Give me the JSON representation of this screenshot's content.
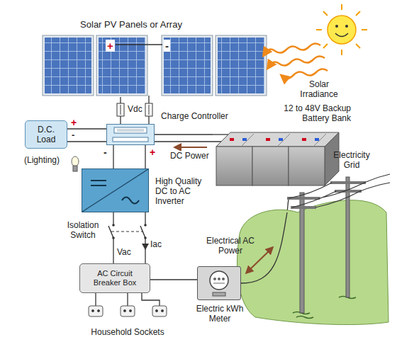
{
  "diagram": {
    "nodes": [
      {
        "text": [
          "Solar PV Panels or Array"
        ]
      },
      {
        "text": [
          "D.C. Load",
          "(Lighting)"
        ]
      },
      {
        "text": [
          "Charge Controller"
        ]
      },
      {
        "text": [
          "12 to 48V Backup Battery Bank"
        ]
      },
      {
        "text": [
          "High Quality DC to AC Inverter"
        ]
      },
      {
        "text": [
          "AC Circuit Breaker Box"
        ]
      },
      {
        "text": [
          "Electric kWh Meter"
        ]
      },
      {
        "text": [
          "Electricity Grid"
        ]
      }
    ],
    "edges": [
      {
        "from": 0,
        "to": 2,
        "arrow": "none"
      },
      {
        "from": 2,
        "to": 1,
        "arrow": "none"
      },
      {
        "from": 2,
        "to": 3,
        "label": "DC Power",
        "arrow": "none"
      },
      {
        "from": 2,
        "to": 4,
        "arrow": "none"
      },
      {
        "from": 4,
        "to": 5,
        "arrow": "none"
      },
      {
        "from": 5,
        "to": 6,
        "arrow": "none"
      },
      {
        "from": 6,
        "to": 7,
        "arrow": "none"
      }
    ],
    "labels": [
      "+",
      "-",
      "Vdc",
      "Solar Irradiance",
      "+",
      "-",
      "-",
      "+",
      "Isolation Switch",
      "Vac",
      "Iac",
      "Household Sockets",
      "Electrical AC Power"
    ]
  }
}
